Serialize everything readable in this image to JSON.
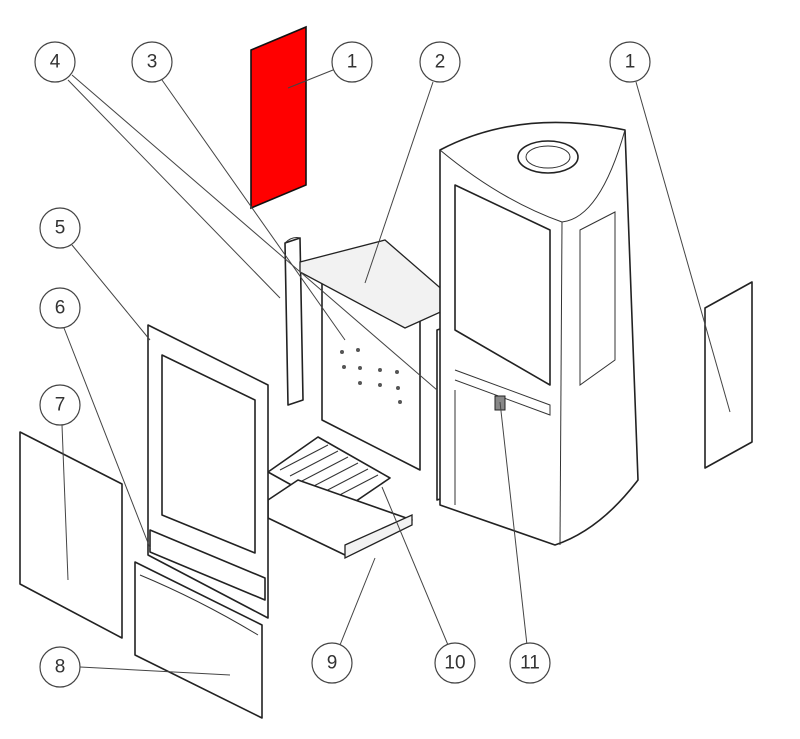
{
  "diagram": {
    "title": "Exploded view of stove parts",
    "highlight_color": "#ff0000",
    "callouts": [
      "4",
      "3",
      "1",
      "2",
      "1",
      "5",
      "6",
      "7",
      "8",
      "9",
      "10",
      "11"
    ]
  }
}
